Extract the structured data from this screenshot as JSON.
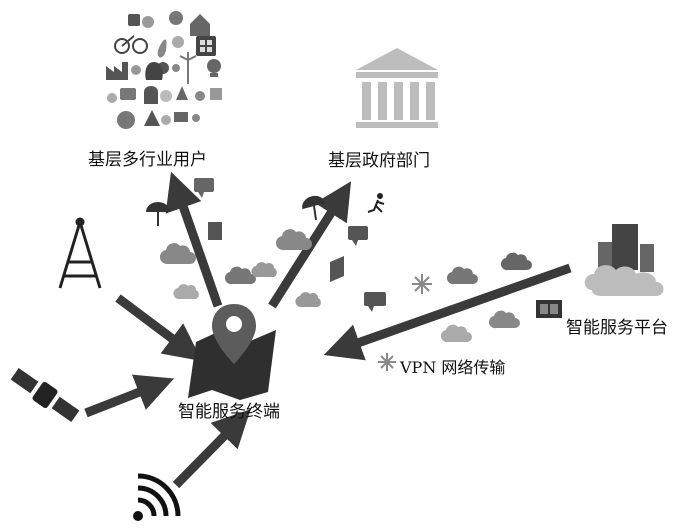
{
  "labels": {
    "users": "基层多行业用户",
    "government": "基层政府部门",
    "platform": "智能服务平台",
    "vpn": "VPN 网络传输",
    "terminal": "智能服务终端"
  },
  "colors": {
    "arrow": "#3a3a3a",
    "icon_dark": "#2e2e2e",
    "icon_mid": "#8a8a8a",
    "icon_light": "#c8c8c8",
    "background": "#ffffff"
  },
  "icons": [
    "user-icon-cluster",
    "government-building-icon",
    "radio-tower-icon",
    "satellite-icon",
    "wifi-signal-icon",
    "map-pin-icon",
    "server-cloud-icon",
    "umbrella-icon",
    "chat-bubble-icon",
    "weather-cloud-icon",
    "running-man-icon",
    "snowflake-icon"
  ]
}
